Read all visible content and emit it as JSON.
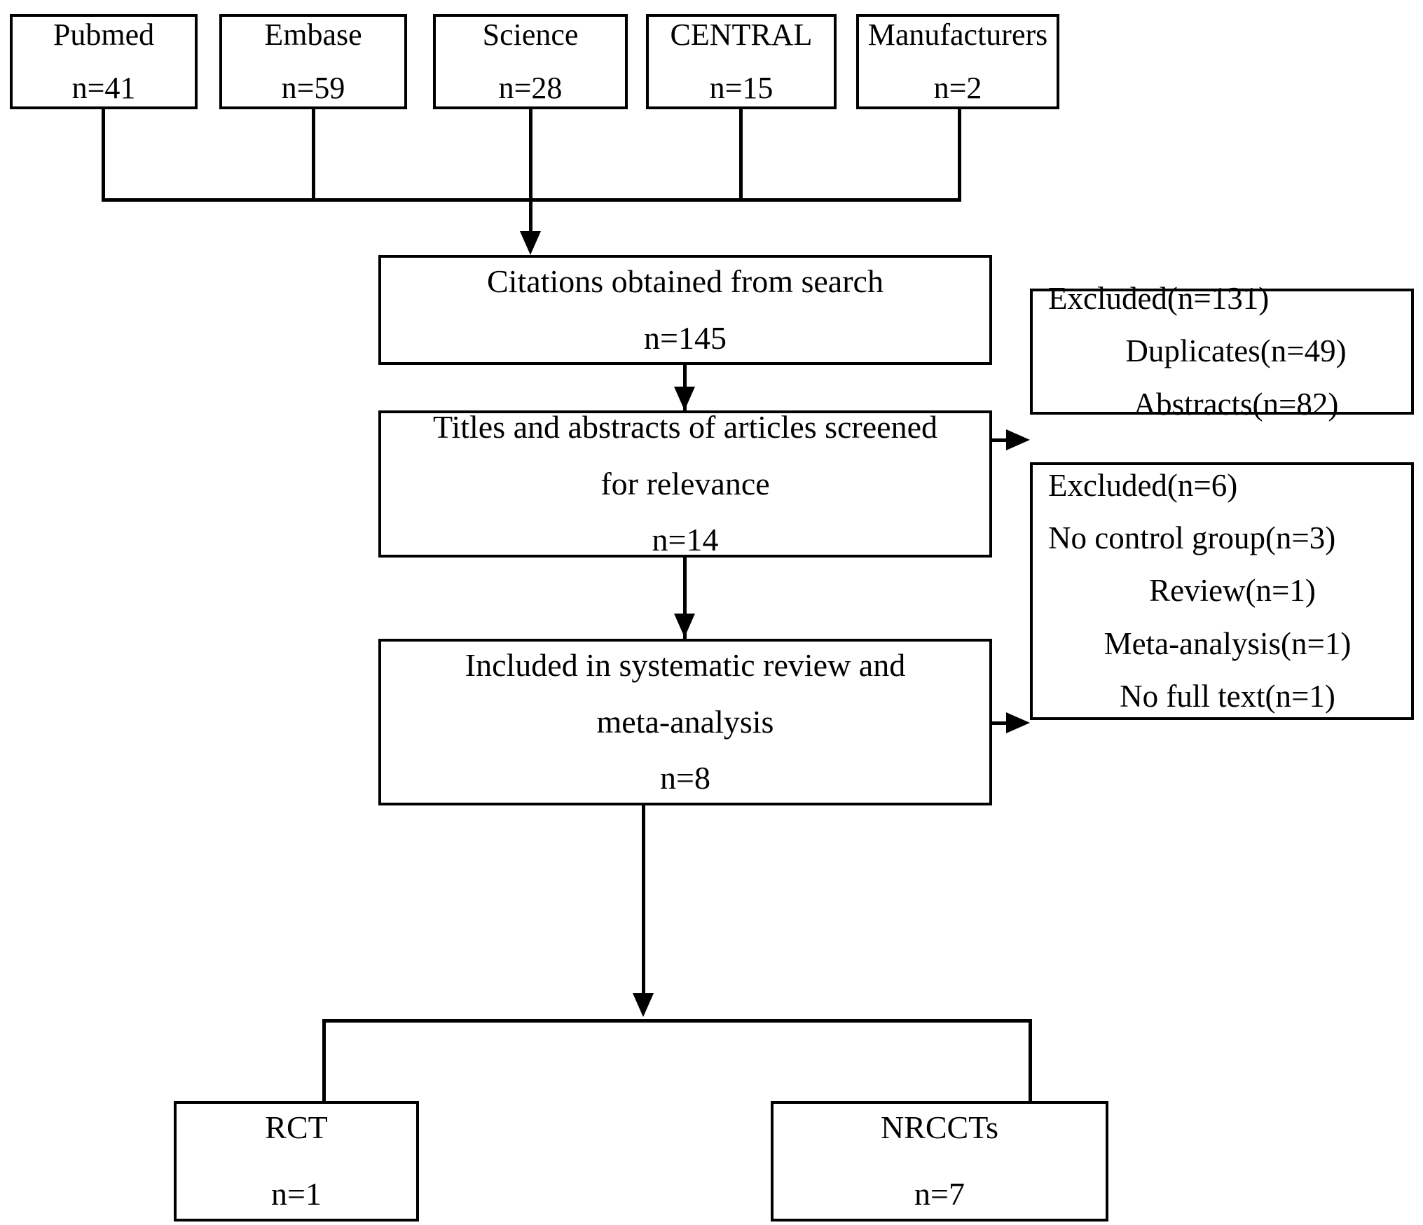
{
  "diagram": {
    "type": "prisma-flow-diagram",
    "title": "Study selection flow diagram",
    "background_color": "#ffffff",
    "line_color": "#000000",
    "text_color": "#000000"
  },
  "sources": [
    {
      "name": "Pubmed",
      "count": "n=41"
    },
    {
      "name": "Embase",
      "count": "n=59"
    },
    {
      "name": "Science",
      "count": "n=28"
    },
    {
      "name": "CENTRAL",
      "count": "n=15"
    },
    {
      "name": "Manufacturers",
      "count": "n=2"
    }
  ],
  "stages": {
    "citations": {
      "label": "Citations obtained from search",
      "count": "n=145"
    },
    "screened": {
      "label_line1": "Titles and abstracts of articles screened",
      "label_line2": "for relevance",
      "count": "n=14"
    },
    "included": {
      "label_line1": "Included in systematic review and",
      "label_line2": "meta-analysis",
      "count": "n=8"
    }
  },
  "exclusions": [
    {
      "header": "Excluded(n=131)",
      "reasons": [
        "Duplicates(n=49)",
        "Abstracts(n=82)"
      ]
    },
    {
      "header": "Excluded(n=6)",
      "reasons": [
        "No control group(n=3)",
        "Review(n=1)",
        "Meta-analysis(n=1)",
        "No full text(n=1)"
      ]
    }
  ],
  "designs": [
    {
      "name": "RCT",
      "count": "n=1"
    },
    {
      "name": "NRCCTs",
      "count": "n=7"
    }
  ]
}
